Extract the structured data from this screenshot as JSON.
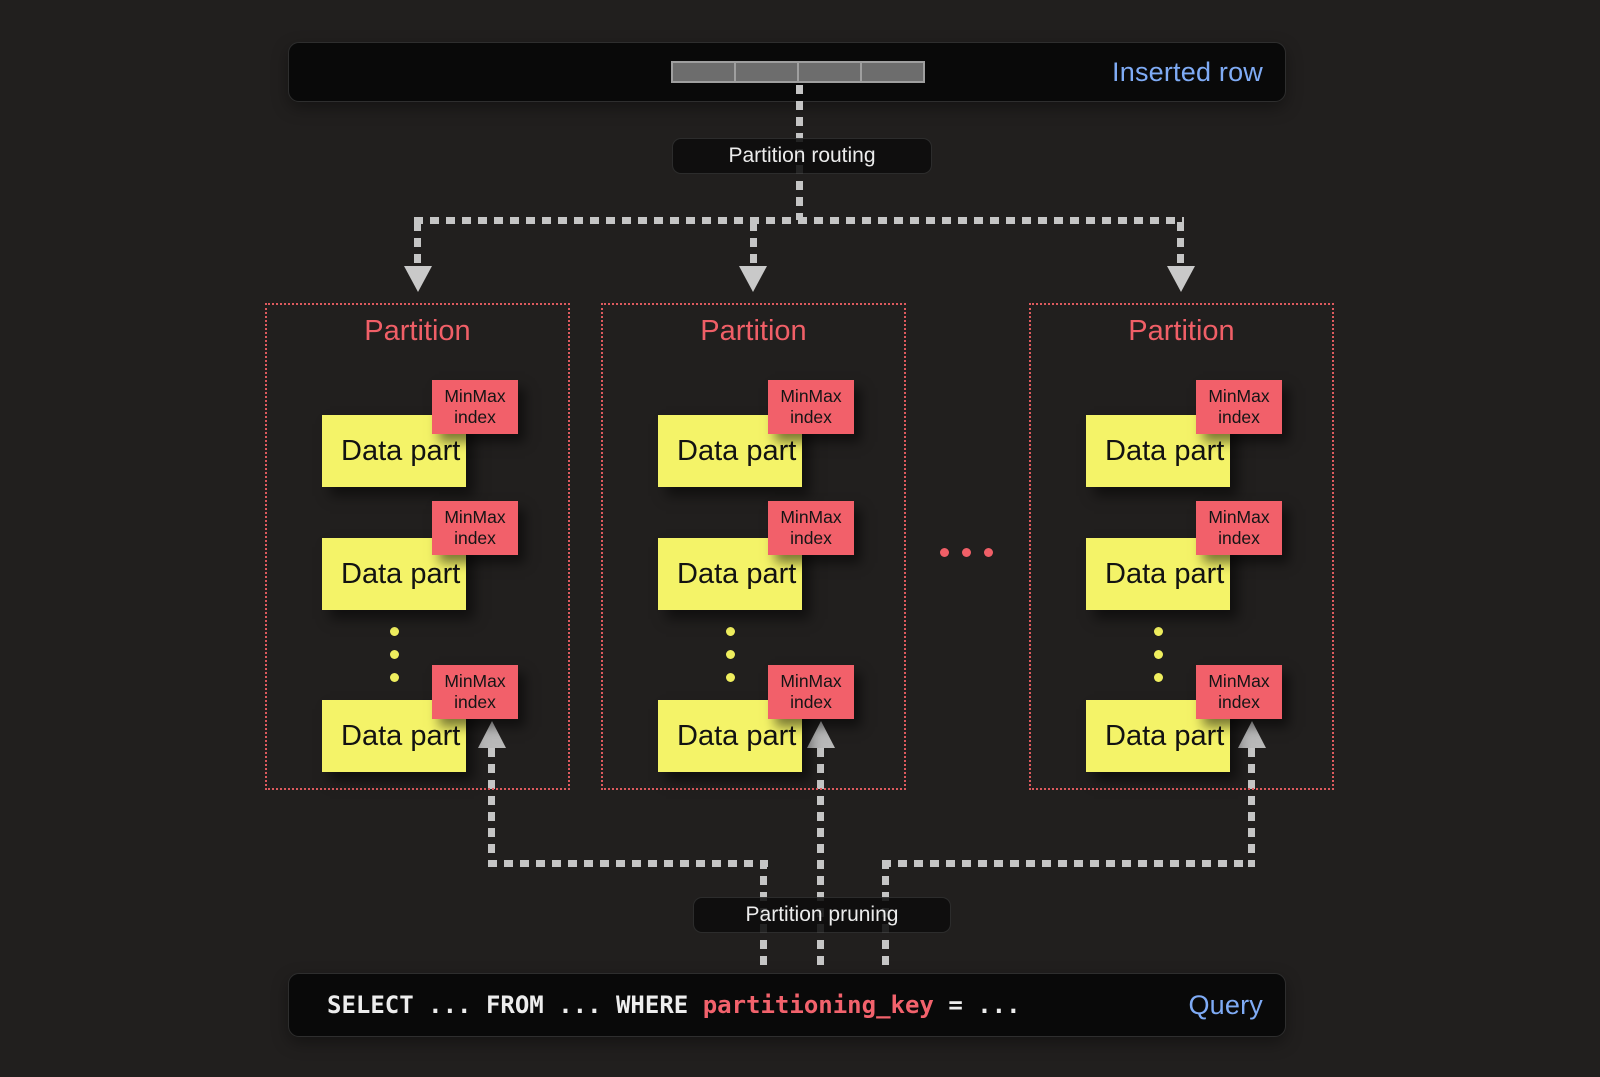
{
  "inserted_row": {
    "label": "Inserted row"
  },
  "labels": {
    "routing": "Partition routing",
    "pruning": "Partition pruning"
  },
  "partitions": [
    {
      "title": "Partition",
      "parts": [
        {
          "label": "Data part",
          "index_label": "MinMax index"
        },
        {
          "label": "Data part",
          "index_label": "MinMax index"
        },
        {
          "label": "Data part",
          "index_label": "MinMax index"
        }
      ]
    },
    {
      "title": "Partition",
      "parts": [
        {
          "label": "Data part",
          "index_label": "MinMax index"
        },
        {
          "label": "Data part",
          "index_label": "MinMax index"
        },
        {
          "label": "Data part",
          "index_label": "MinMax index"
        }
      ]
    },
    {
      "title": "Partition",
      "parts": [
        {
          "label": "Data part",
          "index_label": "MinMax index"
        },
        {
          "label": "Data part",
          "index_label": "MinMax index"
        },
        {
          "label": "Data part",
          "index_label": "MinMax index"
        }
      ]
    }
  ],
  "query": {
    "sql_prefix": "SELECT ... FROM ... WHERE ",
    "sql_key": "partitioning_key",
    "sql_suffix": " = ...",
    "label": "Query"
  },
  "colors": {
    "accent_red": "#f05f67",
    "minmax_bg": "#f2606a",
    "datapart_bg": "#f4f368",
    "link_blue": "#7fabf5",
    "arrow_gray": "#c5c5c5",
    "panel_bg": "#090909",
    "page_bg": "#211f1e"
  }
}
